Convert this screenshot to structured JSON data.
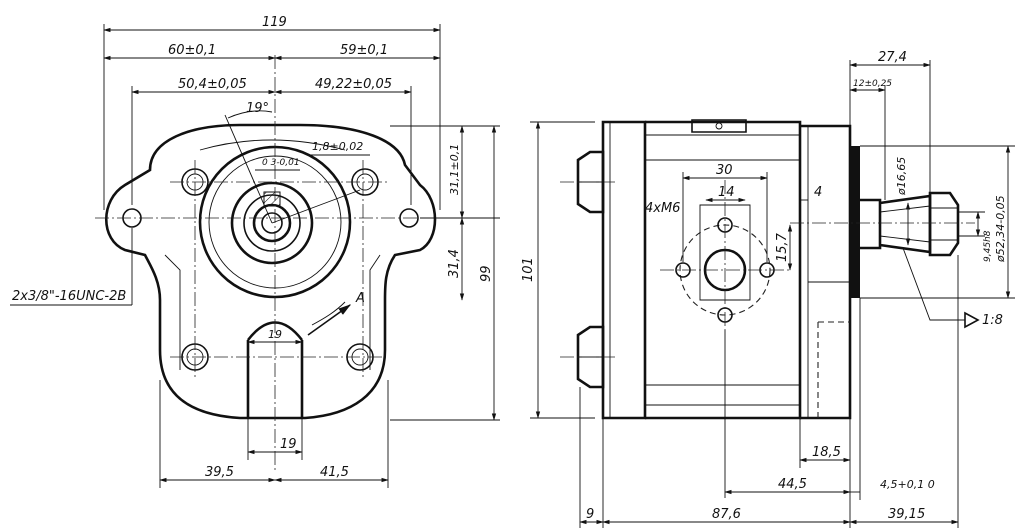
{
  "front_view": {
    "overall_width": "119",
    "left_half_width": "60±0,1",
    "right_half_width": "59±0,1",
    "left_hole_offset": "50,4±0,05",
    "right_hole_offset": "49,22±0,05",
    "angle": "19°",
    "eccentricity": "1,8±0,02",
    "key_tolerance": "0\n3-0,01",
    "upper_height": "31,1±0,1",
    "lower_height": "31,4",
    "overall_height": "99",
    "port_callout": "2x3/8\"-16UNC-2B",
    "view_arrow": "A",
    "port_width_inner": "19",
    "port_width_bottom": "19",
    "bottom_left_offset": "39,5",
    "bottom_right_offset": "41,5"
  },
  "side_view": {
    "height": "101",
    "flange_bolt_pitch": "30",
    "flange_bolt_inner": "14",
    "thread_callout": "4xM6",
    "flange_height": "15,7",
    "small_offset": "4",
    "step_length": "18,5",
    "mid_length": "44,5",
    "shoulder_length": "4,5+0,1 0",
    "body_front_offset": "9",
    "body_length": "87,6",
    "shaft_length": "39,15",
    "shaft_overall": "27,4",
    "shaft_step": "12±0,25",
    "shaft_diameter": "ø16,65",
    "pilot_diameter": "ø52,34-0,05",
    "key_width": "9,45h8",
    "taper": "1:8"
  }
}
